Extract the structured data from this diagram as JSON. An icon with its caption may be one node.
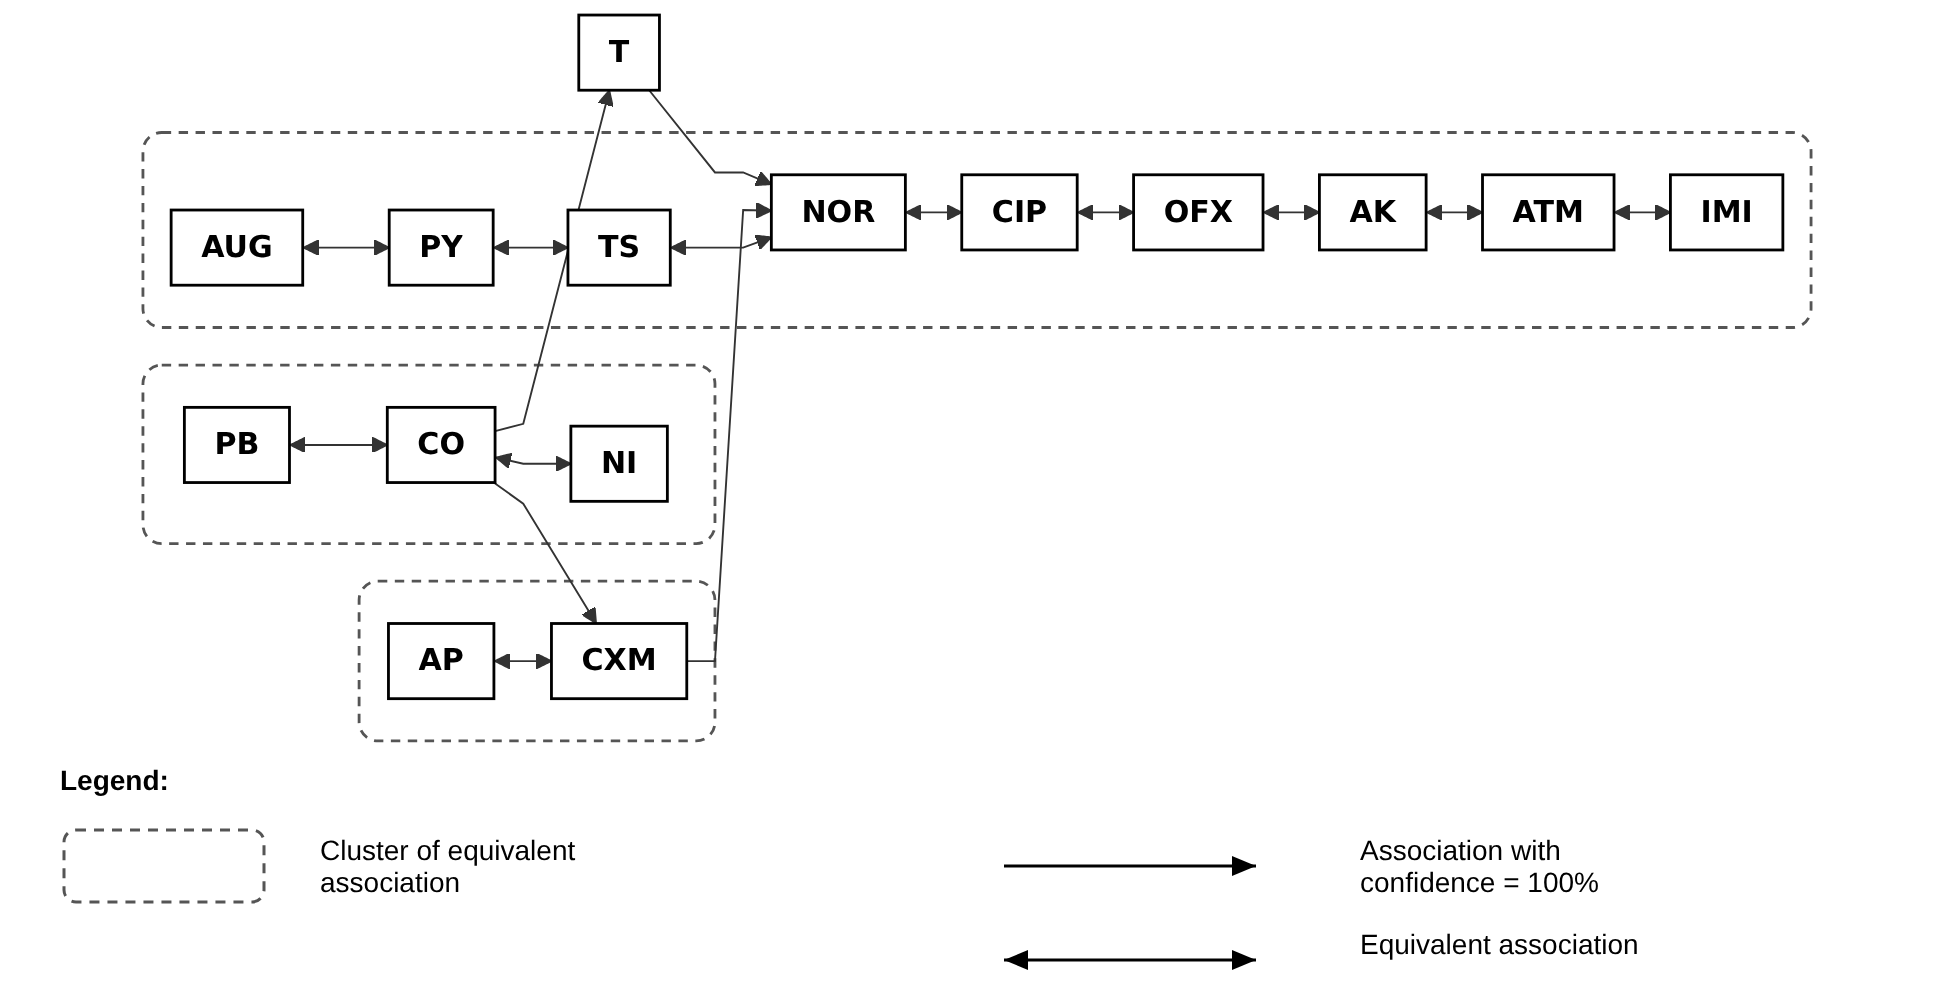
{
  "diagram": {
    "nodes": [
      {
        "text": [],
        "shape": "box"
      },
      {
        "text": [
          "PB"
        ],
        "in": 0
      },
      {
        "text": [
          "CO"
        ],
        "in": 0
      },
      {
        "text": [
          "NI"
        ],
        "in": 0
      },
      {
        "text": [
          "T"
        ]
      },
      {
        "text": [],
        "shape": "box"
      },
      {
        "text": [
          "AP"
        ],
        "in": 5
      },
      {
        "text": [
          "CXM"
        ],
        "in": 5
      },
      {
        "text": [],
        "shape": "box"
      },
      {
        "text": [
          "AUG"
        ],
        "in": 8
      },
      {
        "text": [
          "PY"
        ],
        "in": 8
      },
      {
        "text": [
          "TS"
        ],
        "in": 8
      },
      {
        "text": [
          "NOR"
        ],
        "in": 8
      },
      {
        "text": [
          "CIP"
        ],
        "in": 8
      },
      {
        "text": [
          "OFX"
        ],
        "in": 8
      },
      {
        "text": [
          "AK"
        ],
        "in": 8
      },
      {
        "text": [
          "ATM"
        ],
        "in": 8
      },
      {
        "text": [
          "IMI"
        ],
        "in": 8
      }
    ],
    "edges": [
      {
        "from": 1,
        "to": 2,
        "arrow": "both"
      },
      {
        "from": 2,
        "to": 3,
        "arrow": "both"
      },
      {
        "from": 2,
        "to": 4,
        "arrow": "to"
      },
      {
        "from": 2,
        "to": 7,
        "arrow": "to"
      },
      {
        "from": 6,
        "to": 7,
        "arrow": "both"
      },
      {
        "from": 4,
        "to": 12,
        "arrow": "to"
      },
      {
        "from": 7,
        "to": 12,
        "arrow": "to"
      },
      {
        "from": 9,
        "to": 10,
        "arrow": "both"
      },
      {
        "from": 10,
        "to": 11,
        "arrow": "both"
      },
      {
        "from": 11,
        "to": 12,
        "arrow": "both"
      },
      {
        "from": 12,
        "to": 13,
        "arrow": "both"
      },
      {
        "from": 13,
        "to": 14,
        "arrow": "both"
      },
      {
        "from": 14,
        "to": 15,
        "arrow": "both"
      },
      {
        "from": 15,
        "to": 16,
        "arrow": "both"
      },
      {
        "from": 16,
        "to": 17,
        "arrow": "both"
      }
    ],
    "labels": [
      "Legend:"
    ],
    "legend": [
      {
        "text": "Cluster of equivalent association"
      },
      {
        "text": "Association with confidence = 100%"
      },
      {
        "text": "Equivalent association"
      }
    ]
  }
}
